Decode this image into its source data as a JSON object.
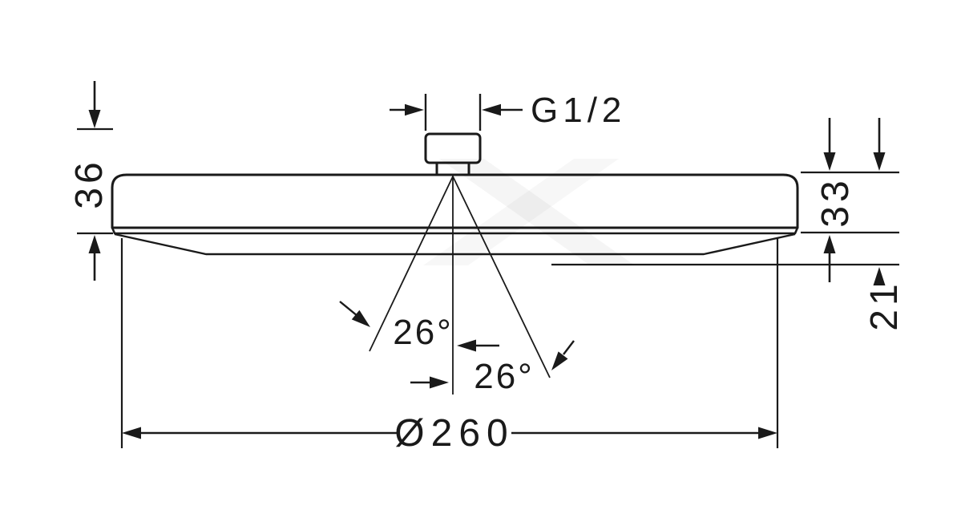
{
  "drawing": {
    "type": "technical-dimension-drawing",
    "subject": "overhead-shower-side-view",
    "colors": {
      "background": "#ffffff",
      "line": "#1a1a1a",
      "watermark": "#000000"
    },
    "dimensions": {
      "thread_label": "G1/2",
      "height_left": "36",
      "height_right_upper": "33",
      "height_right_lower": "21",
      "spray_angle_left": "26°",
      "spray_angle_right": "26°",
      "diameter": "Ø260"
    }
  }
}
